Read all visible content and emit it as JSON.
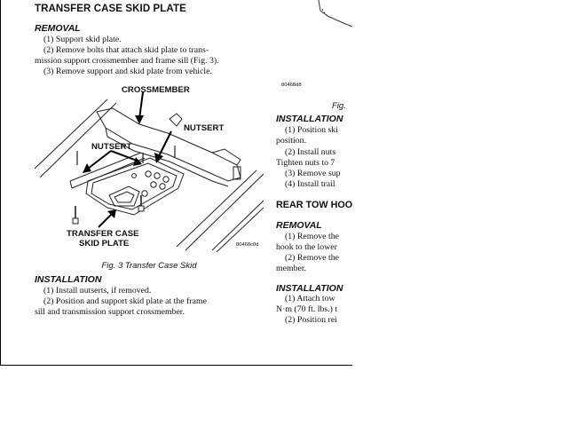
{
  "left": {
    "title": "TRANSFER CASE SKID PLATE",
    "removal_heading": "REMOVAL",
    "removal_lines": [
      "(1)  Support skid plate.",
      "(2)  Remove bolts that attach skid plate to trans-",
      "mission support crossmember and frame sill (Fig. 3).",
      "(3)  Remove support and skid plate from vehicle."
    ],
    "figure": {
      "label_crossmember": "CROSSMEMBER",
      "label_nutsert_left": "NUTSERT",
      "label_nutsert_right": "NUTSERT",
      "label_skid_line1": "TRANSFER CASE",
      "label_skid_line2": "SKID PLATE",
      "code": "80468c0d"
    },
    "caption": "Fig. 3 Transfer Case Skid",
    "installation_heading": "INSTALLATION",
    "installation_lines": [
      "(1)  Install nutserts, if removed.",
      "(2)  Position and support skid plate at the frame",
      "sill and transmission support crossmember."
    ]
  },
  "right": {
    "figure_code": "80468d8",
    "figure_caption": "Fig.",
    "installation_heading": "INSTALLATION",
    "installation_lines": [
      "(1)  Position ski",
      "position.",
      "(2)  Install nuts",
      "Tighten nuts to 7",
      "(3)  Remove sup",
      "(4)  Install trail"
    ],
    "section_title": "REAR TOW HOOK",
    "removal_heading": "REMOVAL",
    "removal_lines": [
      "(1)  Remove the",
      "hook to the lower",
      "(2)  Remove the",
      "member."
    ],
    "installation2_heading": "INSTALLATION",
    "installation2_lines": [
      "(1)  Attach tow",
      "N·m (70 ft. lbs.) t",
      "(2)  Position rei"
    ]
  }
}
